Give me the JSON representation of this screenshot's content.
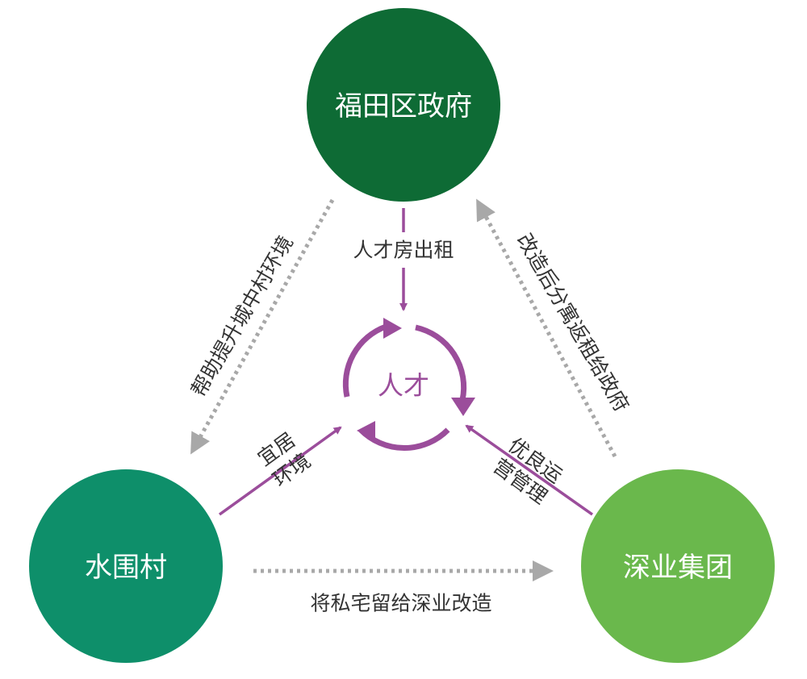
{
  "colors": {
    "futian": "#0e6b35",
    "shuiwei": "#0e8f6a",
    "shenye": "#6ab84c",
    "purple": "#9b4d9b",
    "gray": "#a8a8a8"
  },
  "nodes": {
    "futian": "福田区政府",
    "shuiwei": "水围村",
    "shenye": "深业集团"
  },
  "center": "人才",
  "edges": {
    "futian_to_center": "人才房出租",
    "futian_to_shuiwei": "帮助提升城中村环境",
    "shenye_to_futian": "改造后分寓返租给政府",
    "shuiwei_to_shenye": "将私宅留给深业改造",
    "shuiwei_to_center_line1": "宜居",
    "shuiwei_to_center_line2": "环境",
    "shenye_to_center_line1": "优良运",
    "shenye_to_center_line2": "营管理"
  }
}
